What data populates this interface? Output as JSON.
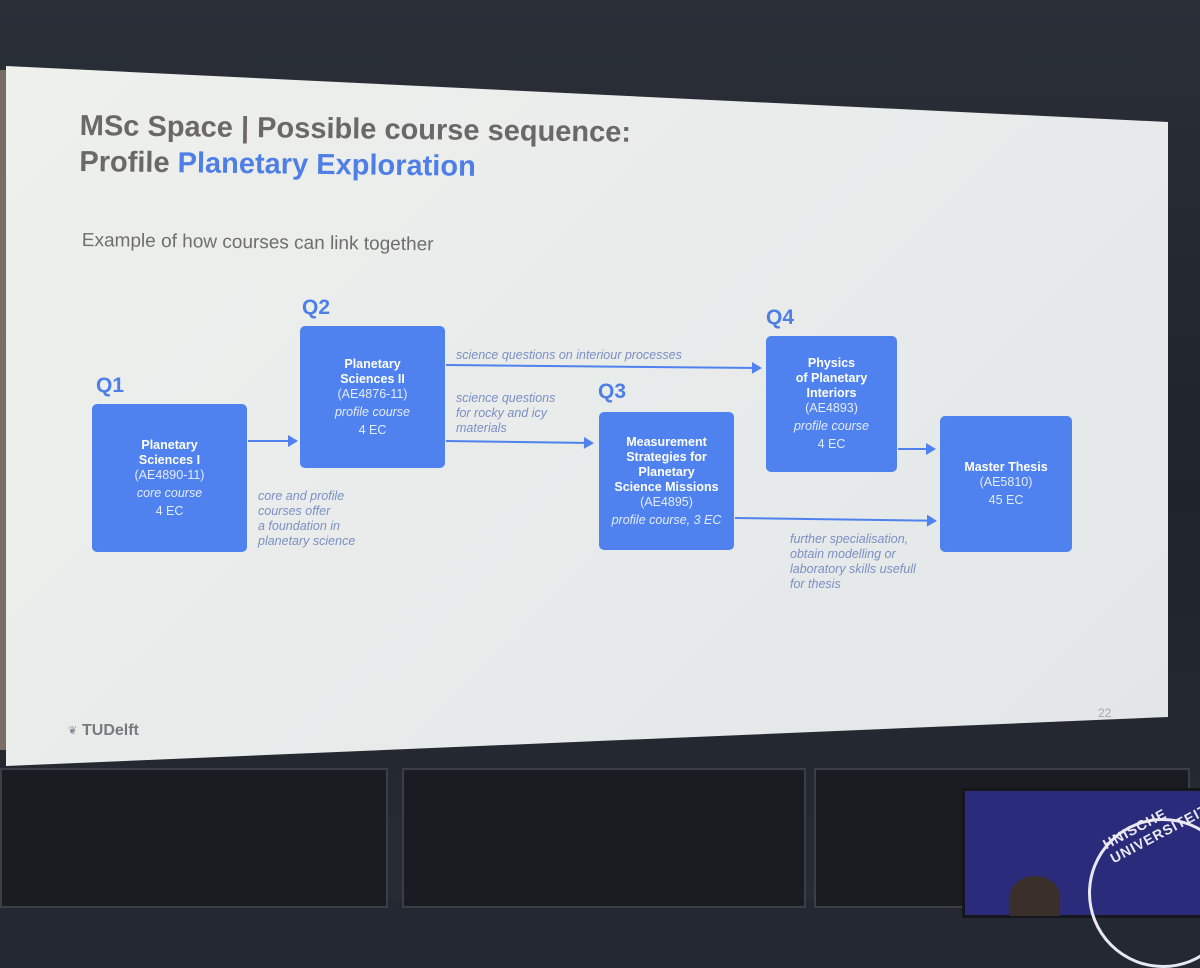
{
  "slide": {
    "title_line1": "MSc Space | Possible course sequence:",
    "title_line2_prefix": "Profile ",
    "title_line2_highlight": "Planetary Exploration",
    "subtitle": "Example of how courses can link together",
    "page_number": "22",
    "logo_text": "TUDelft"
  },
  "quarters": {
    "q1": "Q1",
    "q2": "Q2",
    "q3": "Q3",
    "q4": "Q4"
  },
  "courses": {
    "planetary_sciences_1": {
      "name1": "Planetary",
      "name2": "Sciences I",
      "code": "(AE4890-11)",
      "kind": "core course",
      "ec": "4 EC"
    },
    "planetary_sciences_2": {
      "name1": "Planetary",
      "name2": "Sciences II",
      "code": "(AE4876-11)",
      "kind": "profile course",
      "ec": "4 EC"
    },
    "measurement_strategies": {
      "name1": "Measurement",
      "name2": "Strategies for",
      "name3": "Planetary",
      "name4": "Science Missions",
      "code": "(AE4895)",
      "kind": "profile course, 3 EC"
    },
    "physics_interiors": {
      "name1": "Physics",
      "name2": "of Planetary",
      "name3": "Interiors",
      "code": "(AE4893)",
      "kind": "profile course",
      "ec": "4 EC"
    },
    "master_thesis": {
      "name": "Master Thesis",
      "code": "(AE5810)",
      "ec": "45 EC"
    }
  },
  "notes": {
    "foundation": [
      "core and profile",
      "courses offer",
      "a foundation in",
      "planetary science"
    ],
    "interiour": "science questions on interiour processes",
    "rocky_icy": [
      "science questions",
      "for rocky and icy",
      "materials"
    ],
    "specialisation": [
      "further specialisation,",
      "obtain modelling or",
      "laboratory skills usefull",
      "for thesis"
    ]
  },
  "background": {
    "seal_text": "HNISCHE UNIVERSITEIT"
  },
  "colors": {
    "accent": "#4f82ee",
    "title_gray": "#6b6869",
    "note_text": "#7b8fc4"
  }
}
